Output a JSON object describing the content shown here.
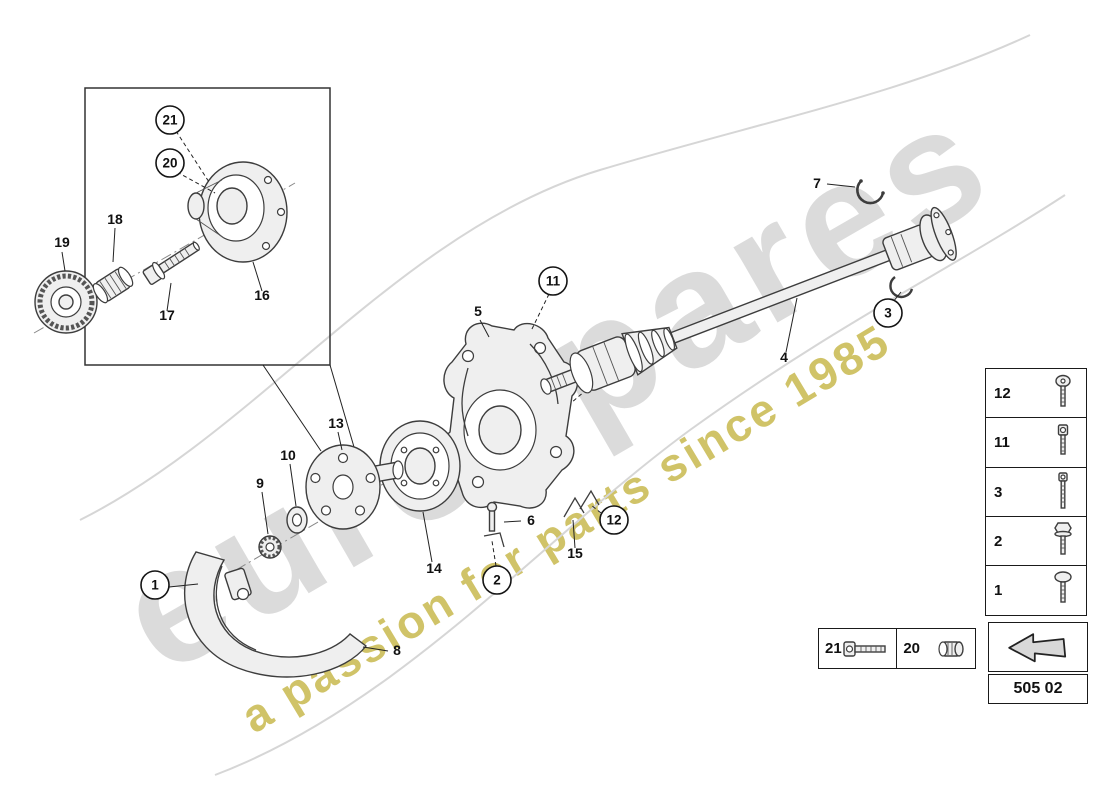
{
  "watermark": {
    "brand": "eurospares",
    "tagline": "a passion for parts since 1985"
  },
  "colors": {
    "tagline_yellow": "#c8b94e",
    "watermark_gray": "#cfcfcf"
  },
  "part_code": "505 02",
  "callouts": {
    "c1": "1",
    "c2": "2",
    "c3": "3",
    "c4": "4",
    "c5": "5",
    "c6": "6",
    "c7": "7",
    "c8": "8",
    "c9": "9",
    "c10": "10",
    "c11": "11",
    "c12": "12",
    "c13": "13",
    "c14": "14",
    "c15": "15",
    "c16": "16",
    "c17": "17",
    "c18": "18",
    "c19": "19",
    "c20": "20",
    "c21": "21"
  },
  "fastener_panel": {
    "items": [
      {
        "label": "12"
      },
      {
        "label": "11"
      },
      {
        "label": "3"
      },
      {
        "label": "2"
      },
      {
        "label": "1"
      }
    ]
  },
  "hardware_box": {
    "items": [
      {
        "label": "21"
      },
      {
        "label": "20"
      }
    ]
  }
}
